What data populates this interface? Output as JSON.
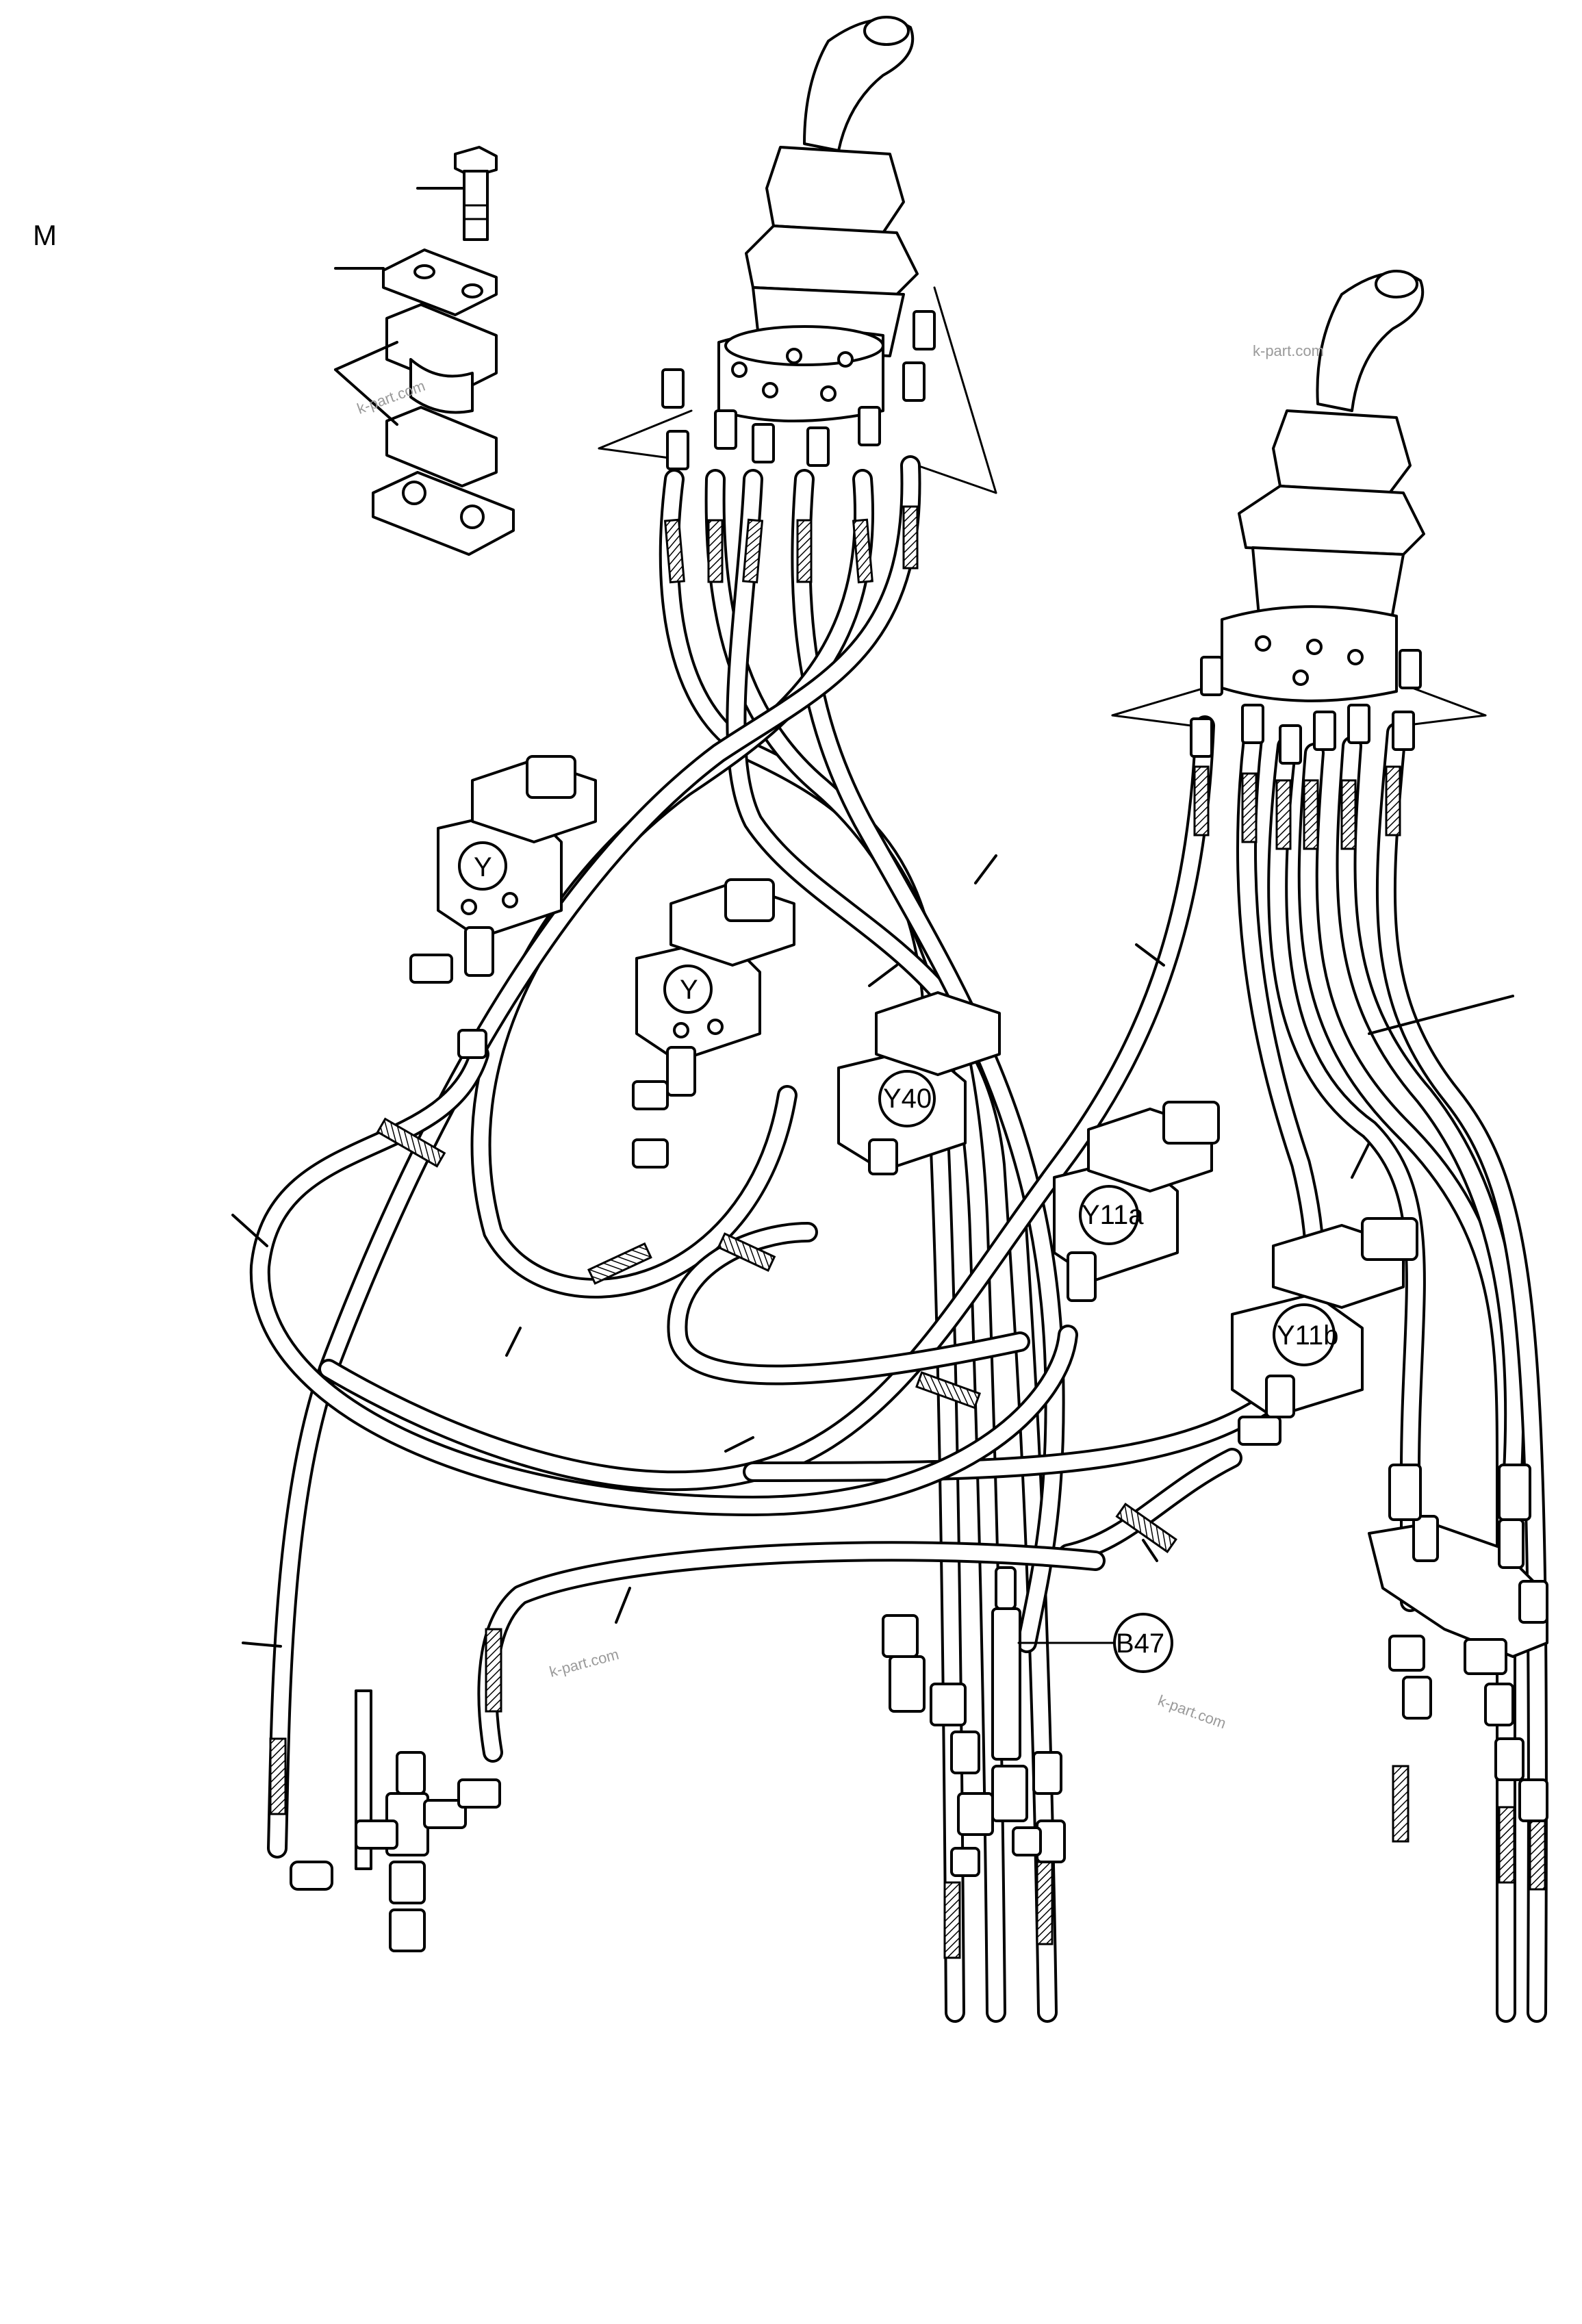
{
  "section_letter": "M",
  "labels": {
    "y_left": "Y",
    "y_center": "Y",
    "y40": "Y40",
    "y11a": "Y11a",
    "y11b": "Y11b",
    "b47": "B47"
  },
  "watermarks": [
    "k-part.com",
    "k-part.com",
    "k-part.com",
    "k-part.com"
  ]
}
